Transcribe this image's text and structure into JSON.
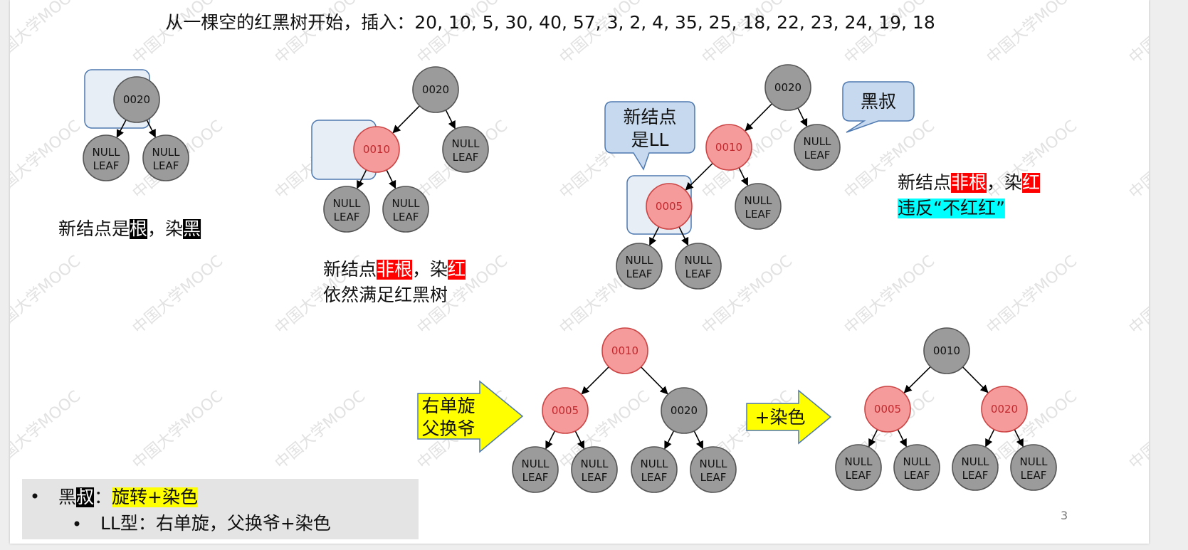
{
  "title": "从一棵空的红黑树开始，插入：20, 10, 5, 30, 40, 57, 3, 2, 4, 35, 25, 18, 22, 23, 24, 19, 18",
  "watermark": "中国大学MOOC",
  "page_number": "3",
  "colors": {
    "black_node": "#9b9b9b",
    "red_node": "#f59b9b",
    "red_text": "#c0282d",
    "highlight_box": "#e8eef5",
    "callout_fill": "#c7d9ee",
    "callout_stroke": "#4e79b0",
    "arrow_yellow": "#ffff00",
    "red_mark": "#ff0000",
    "cyan_mark": "#00ffff",
    "yellow_mark": "#ffff00",
    "legend_bg": "#e4e4e4"
  },
  "node_labels": {
    "n20": "0020",
    "n10": "0010",
    "n5": "0005",
    "null_line1": "NULL",
    "null_line2": "LEAF"
  },
  "step1": {
    "cap_a": "新结点是",
    "cap_mark1": "根",
    "cap_b": "，染",
    "cap_mark2": "黑"
  },
  "step2": {
    "cap_a": "新结点",
    "cap_mark1": "非根",
    "cap_b": "，染",
    "cap_mark2": "红",
    "cap_line2": "依然满足红黑树"
  },
  "step3": {
    "callout_ll_line1": "新结点",
    "callout_ll_line2": "是LL",
    "callout_uncle": "黑叔",
    "cap_a": "新结点",
    "cap_mark1": "非根",
    "cap_b": "，染",
    "cap_mark2": "红",
    "cap_line2": "违反“不红红”"
  },
  "arrows": {
    "rotate_line1": "右单旋",
    "rotate_line2": "父换爷",
    "recolor": "+染色"
  },
  "legend": {
    "bullet1_a": "黑",
    "bullet1_mark": "叔",
    "bullet1_colon": "：",
    "bullet1_b": "旋转+染色",
    "bullet2": "LL型：右单旋，父换爷+染色"
  }
}
